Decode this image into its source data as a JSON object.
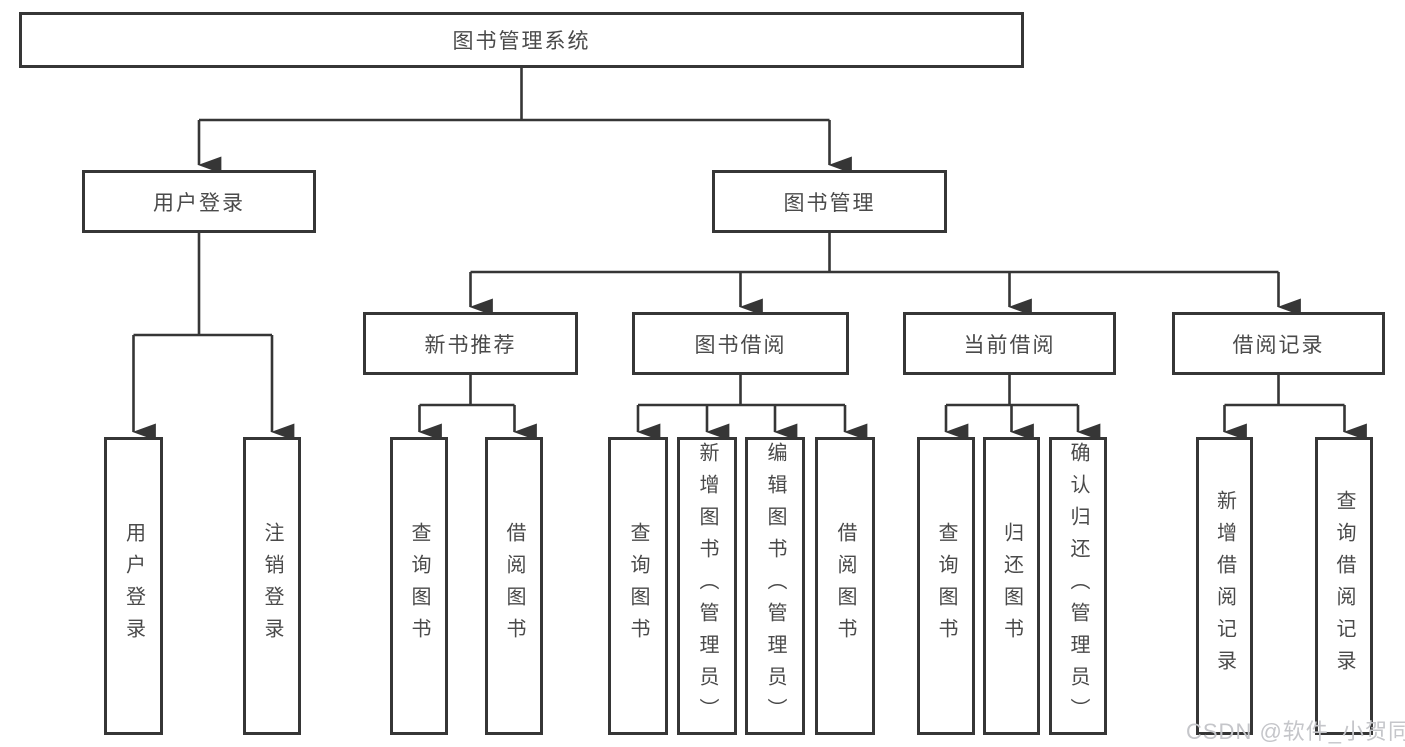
{
  "diagram_title": "图书管理系统",
  "tree": {
    "root": {
      "label": "图书管理系统",
      "children": [
        {
          "label": "用户登录",
          "children": [
            {
              "label": "用户登录"
            },
            {
              "label": "注销登录"
            }
          ]
        },
        {
          "label": "图书管理",
          "children": [
            {
              "label": "新书推荐",
              "children": [
                {
                  "label": "查询图书"
                },
                {
                  "label": "借阅图书"
                }
              ]
            },
            {
              "label": "图书借阅",
              "children": [
                {
                  "label": "查询图书"
                },
                {
                  "label": "新增图书（管理员）"
                },
                {
                  "label": "编辑图书（管理员）"
                },
                {
                  "label": "借阅图书"
                }
              ]
            },
            {
              "label": "当前借阅",
              "children": [
                {
                  "label": "查询图书"
                },
                {
                  "label": "归还图书"
                },
                {
                  "label": "确认归还（管理员）"
                }
              ]
            },
            {
              "label": "借阅记录",
              "children": [
                {
                  "label": "新增借阅记录"
                },
                {
                  "label": "查询借阅记录"
                }
              ]
            }
          ]
        }
      ]
    }
  },
  "watermark": {
    "text": "CSDN @软件_小贺同学"
  },
  "colors": {
    "line": "#363636",
    "text": "#4a4a4a",
    "watermark": "#c5c6ca",
    "background": "#ffffff"
  }
}
